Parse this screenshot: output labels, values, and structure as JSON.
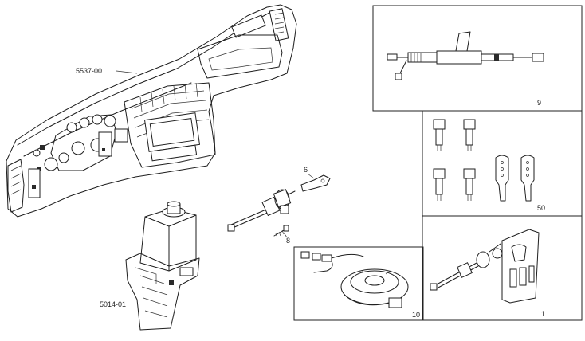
{
  "labels": {
    "dashboard": "5537-00",
    "housing": "5014-01",
    "key": "6",
    "screw": "8",
    "harness_box": "9",
    "switches_box": "50",
    "clockspring_box": "10",
    "lock_kit_box": "1"
  }
}
